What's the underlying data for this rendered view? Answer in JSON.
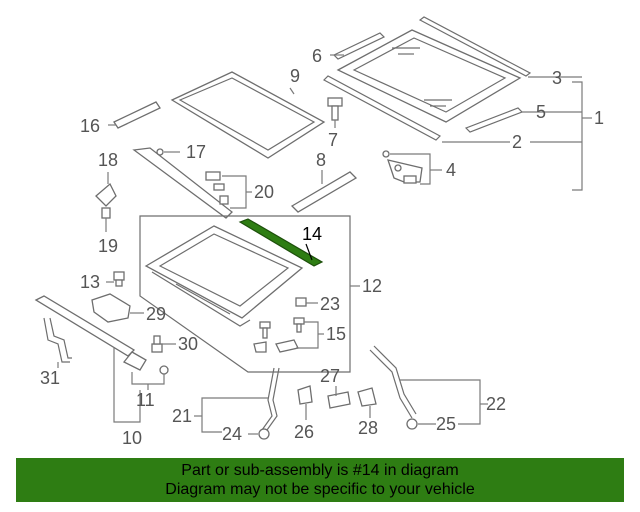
{
  "diagram": {
    "highlight_color": "#2e7d13",
    "callouts": [
      {
        "id": "c1",
        "label": "1"
      },
      {
        "id": "c2",
        "label": "2"
      },
      {
        "id": "c3",
        "label": "3"
      },
      {
        "id": "c4",
        "label": "4"
      },
      {
        "id": "c5",
        "label": "5"
      },
      {
        "id": "c6",
        "label": "6"
      },
      {
        "id": "c7",
        "label": "7"
      },
      {
        "id": "c8",
        "label": "8"
      },
      {
        "id": "c9",
        "label": "9"
      },
      {
        "id": "c10",
        "label": "10"
      },
      {
        "id": "c11",
        "label": "11"
      },
      {
        "id": "c12",
        "label": "12"
      },
      {
        "id": "c13",
        "label": "13"
      },
      {
        "id": "c14",
        "label": "14"
      },
      {
        "id": "c15",
        "label": "15"
      },
      {
        "id": "c16",
        "label": "16"
      },
      {
        "id": "c17",
        "label": "17"
      },
      {
        "id": "c18",
        "label": "18"
      },
      {
        "id": "c19",
        "label": "19"
      },
      {
        "id": "c20",
        "label": "20"
      },
      {
        "id": "c21",
        "label": "21"
      },
      {
        "id": "c22",
        "label": "22"
      },
      {
        "id": "c23",
        "label": "23"
      },
      {
        "id": "c24",
        "label": "24"
      },
      {
        "id": "c25",
        "label": "25"
      },
      {
        "id": "c26",
        "label": "26"
      },
      {
        "id": "c27",
        "label": "27"
      },
      {
        "id": "c28",
        "label": "28"
      },
      {
        "id": "c29",
        "label": "29"
      },
      {
        "id": "c30",
        "label": "30"
      },
      {
        "id": "c31",
        "label": "31"
      }
    ]
  },
  "banner": {
    "line1": "Part or sub-assembly is #14 in diagram",
    "line2": "Diagram may not be specific to your vehicle",
    "color": "#2e7d13"
  }
}
